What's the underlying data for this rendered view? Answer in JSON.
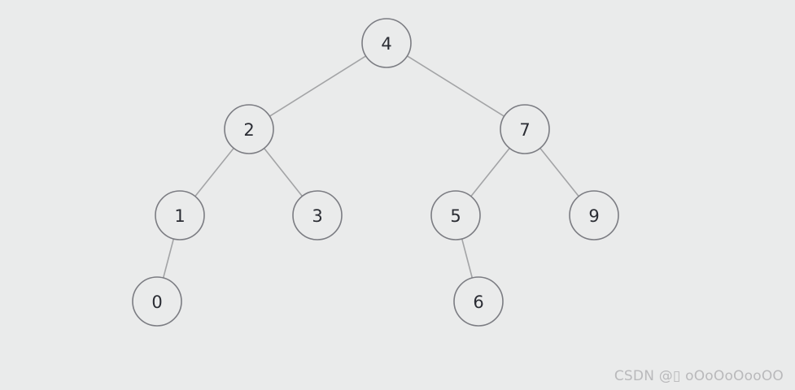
{
  "tree": {
    "nodes": [
      {
        "id": "n4",
        "label": "4"
      },
      {
        "id": "n2",
        "label": "2"
      },
      {
        "id": "n7",
        "label": "7"
      },
      {
        "id": "n1",
        "label": "1"
      },
      {
        "id": "n3",
        "label": "3"
      },
      {
        "id": "n5",
        "label": "5"
      },
      {
        "id": "n9",
        "label": "9"
      },
      {
        "id": "n0",
        "label": "0"
      },
      {
        "id": "n6",
        "label": "6"
      }
    ],
    "edges": [
      {
        "from": "n4",
        "to": "n2"
      },
      {
        "from": "n4",
        "to": "n7"
      },
      {
        "from": "n2",
        "to": "n1"
      },
      {
        "from": "n2",
        "to": "n3"
      },
      {
        "from": "n7",
        "to": "n5"
      },
      {
        "from": "n7",
        "to": "n9"
      },
      {
        "from": "n1",
        "to": "n0"
      },
      {
        "from": "n5",
        "to": "n6"
      }
    ],
    "colors": {
      "background": "#eaebeb",
      "node_stroke": "#7b7c82",
      "edge": "#a3a4a6",
      "text": "#2a2c33"
    }
  },
  "watermark": {
    "text": "CSDN @▯ oOoOoOooOO"
  }
}
